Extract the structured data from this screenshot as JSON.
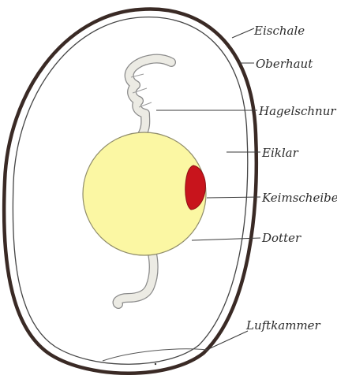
{
  "labels": {
    "eischale": "Eischale",
    "oberhaut": "Oberhaut",
    "hagelschnur": "Hagelschnur",
    "eiklar": "Eiklar",
    "keimscheibe": "Keimscheibe",
    "dotter": "Dotter",
    "luftkammer": "Luftkammer"
  },
  "colors": {
    "shell": "#3a2a25",
    "membrane": "#444444",
    "yolk_fill": "#fbf7a3",
    "yolk_edge": "#8f8c6a",
    "germinal_disc": "#c8141c",
    "chalaza_fill": "#ecebe4",
    "chalaza_edge": "#8a8a8a",
    "ink": "#2b2b2b"
  }
}
